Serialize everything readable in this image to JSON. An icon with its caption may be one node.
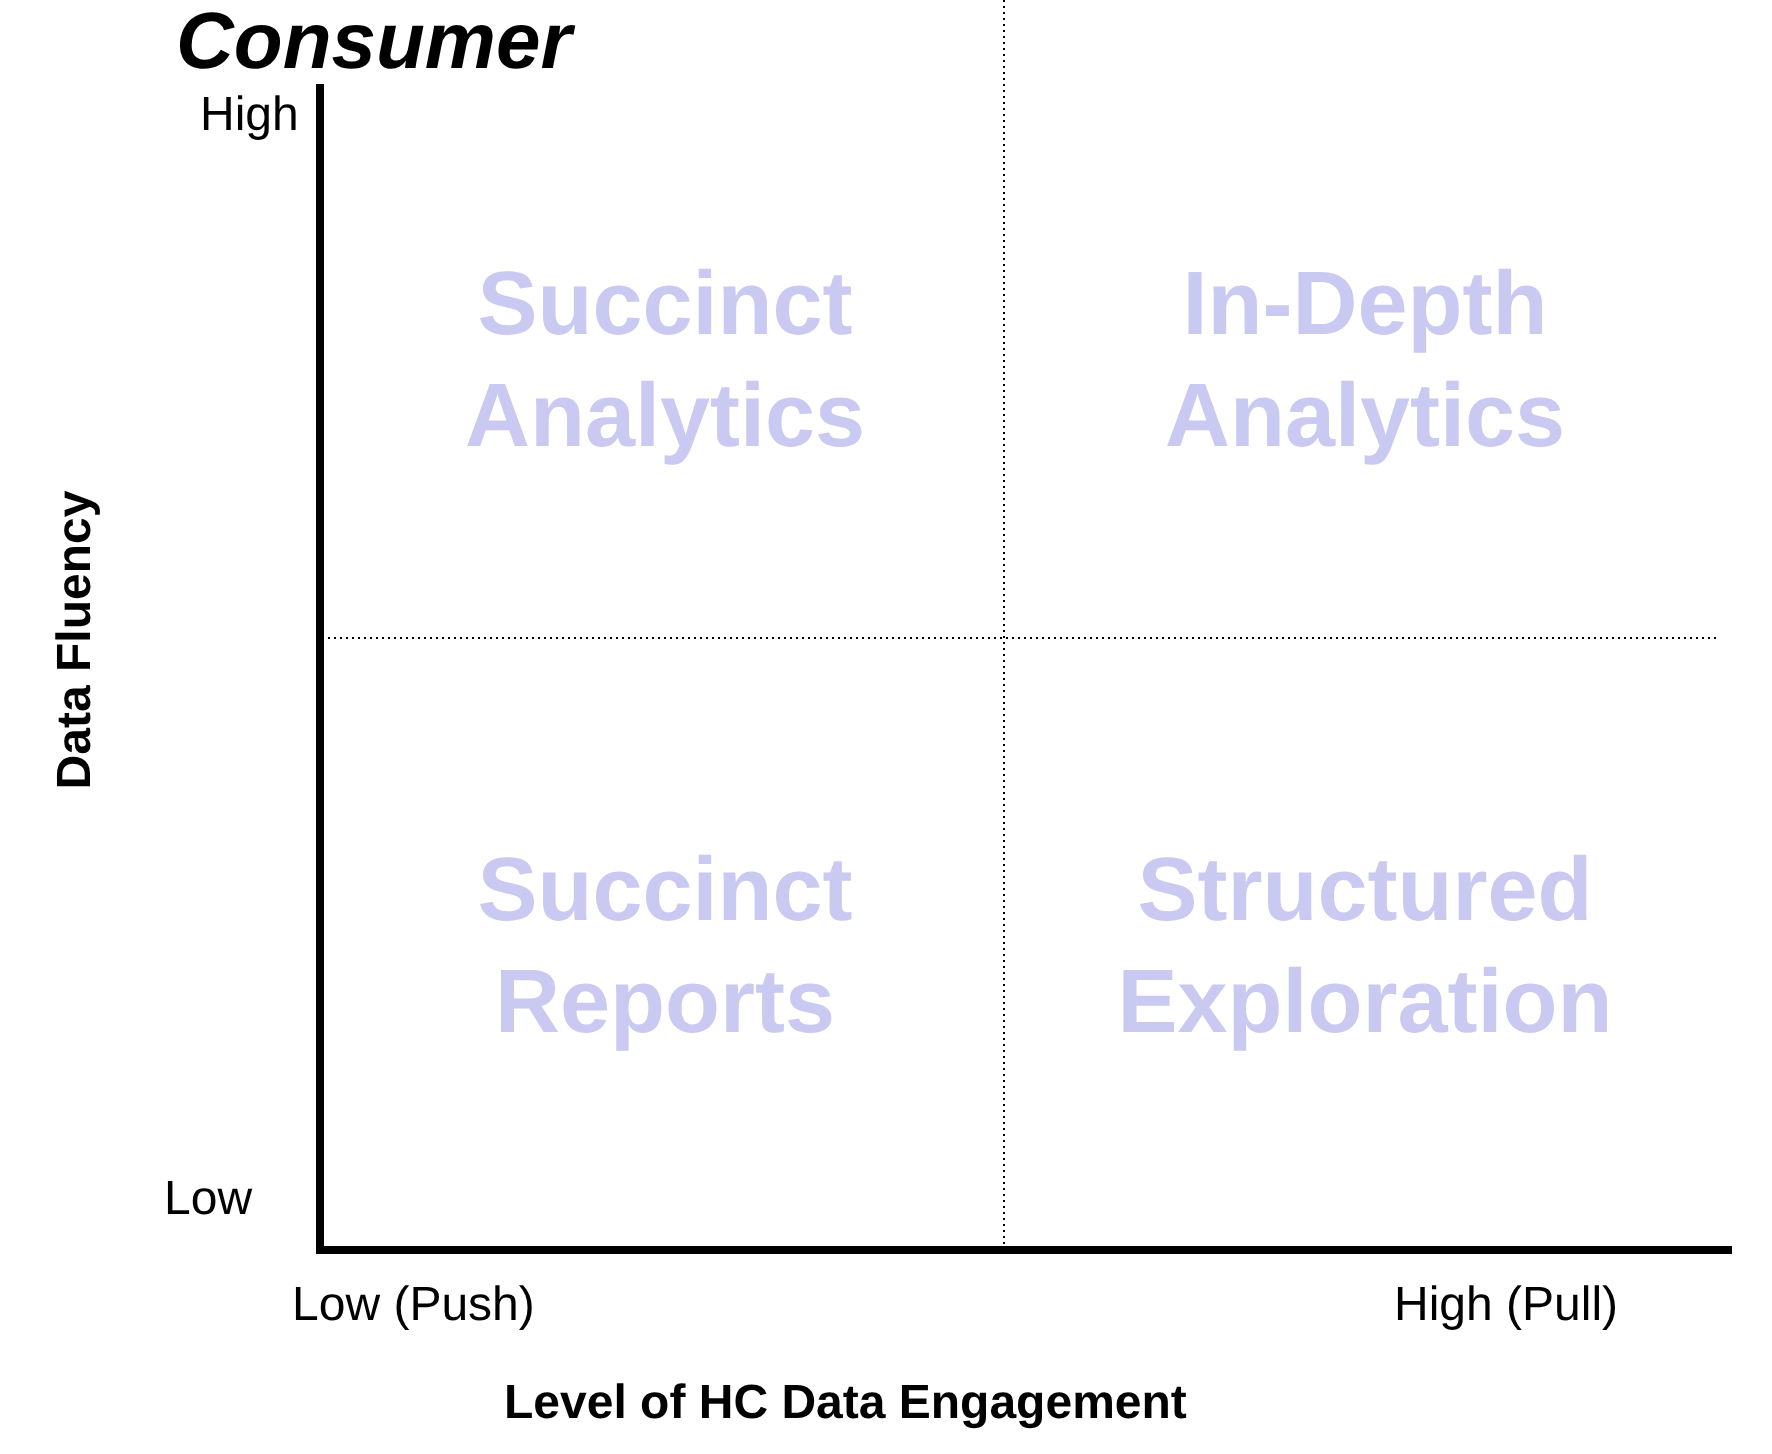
{
  "diagram": {
    "title": "Consumer",
    "nodes": [
      {
        "text": [
          "Succinct Analytics"
        ]
      },
      {
        "text": [
          "In-Depth Analytics"
        ]
      },
      {
        "text": [
          "Succinct Reports"
        ]
      },
      {
        "text": [
          "Structured Exploration"
        ]
      }
    ],
    "labels": [
      "High",
      "Data Fluency",
      "Low",
      "Low (Push)",
      "High (Pull)",
      "Level of HC Data Engagement"
    ]
  }
}
